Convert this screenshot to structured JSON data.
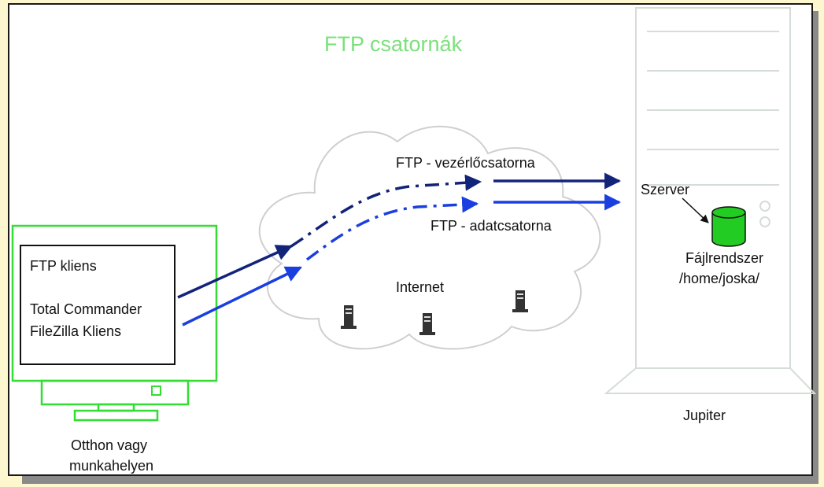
{
  "title": "FTP csatornák",
  "client": {
    "line1": "FTP kliens",
    "line2": "Total Commander",
    "line3": "FileZilla Kliens",
    "location_line1": "Otthon vagy",
    "location_line2": "munkahelyen"
  },
  "channels": {
    "control": "FTP - vezérlőcsatorna",
    "data": "FTP - adatcsatorna"
  },
  "network": {
    "label": "Internet"
  },
  "server": {
    "label": "Szerver",
    "fs_label": "Fájlrendszer",
    "fs_path": "/home/joska/",
    "host": "Jupiter"
  },
  "colors": {
    "monitor": "#33dd33",
    "title": "#7be07b",
    "control_arrow": "#12237a",
    "data_arrow": "#1a3fe0",
    "disk": "#22cc22",
    "cloud": "#cfcfcf",
    "tower": "#d6dcd6"
  }
}
